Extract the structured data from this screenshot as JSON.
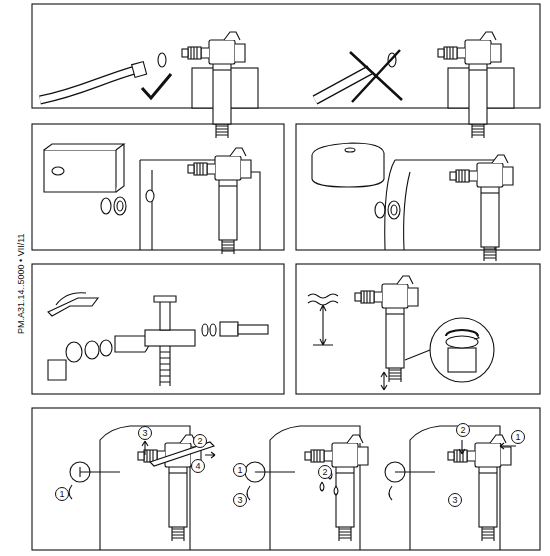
{
  "diagram": {
    "labels": [
      "PM.A31.14..5000 • VII/11",
      "3",
      "2",
      "4",
      "1",
      "1",
      "2",
      "3",
      "2",
      "1",
      "3"
    ]
  }
}
